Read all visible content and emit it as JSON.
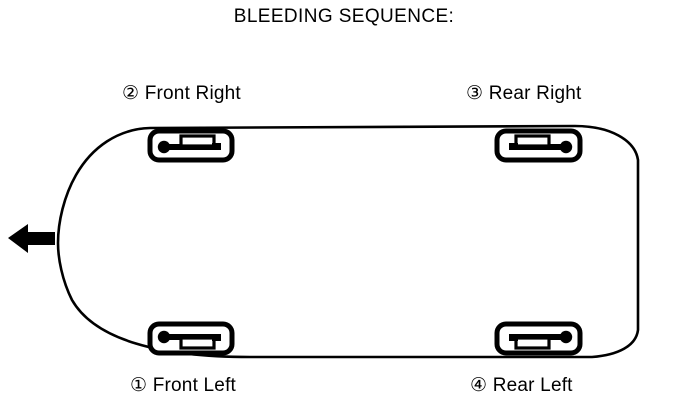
{
  "title": "BLEEDING SEQUENCE:",
  "diagram": {
    "name": "vehicle-underbody-top-view",
    "direction_arrow": {
      "name": "travel-direction-arrow",
      "points": "left"
    },
    "body_color": "#000000",
    "background": "#ffffff"
  },
  "corners": [
    {
      "id": "front-right",
      "number": "②",
      "number_plain": "2",
      "label": "Front Right",
      "full_label": "② Front Right",
      "position": "top-left"
    },
    {
      "id": "rear-right",
      "number": "③",
      "number_plain": "3",
      "label": "Rear Right",
      "full_label": "③ Rear Right",
      "position": "top-right"
    },
    {
      "id": "front-left",
      "number": "①",
      "number_plain": "1",
      "label": "Front Left",
      "full_label": "① Front Left",
      "position": "bottom-left"
    },
    {
      "id": "rear-left",
      "number": "④",
      "number_plain": "4",
      "label": "Rear Left",
      "full_label": "④ Rear Left",
      "position": "bottom-right"
    }
  ],
  "icons": {
    "wheel_caliper": "brake-caliper-icon",
    "arrow": "arrow-left-icon"
  }
}
